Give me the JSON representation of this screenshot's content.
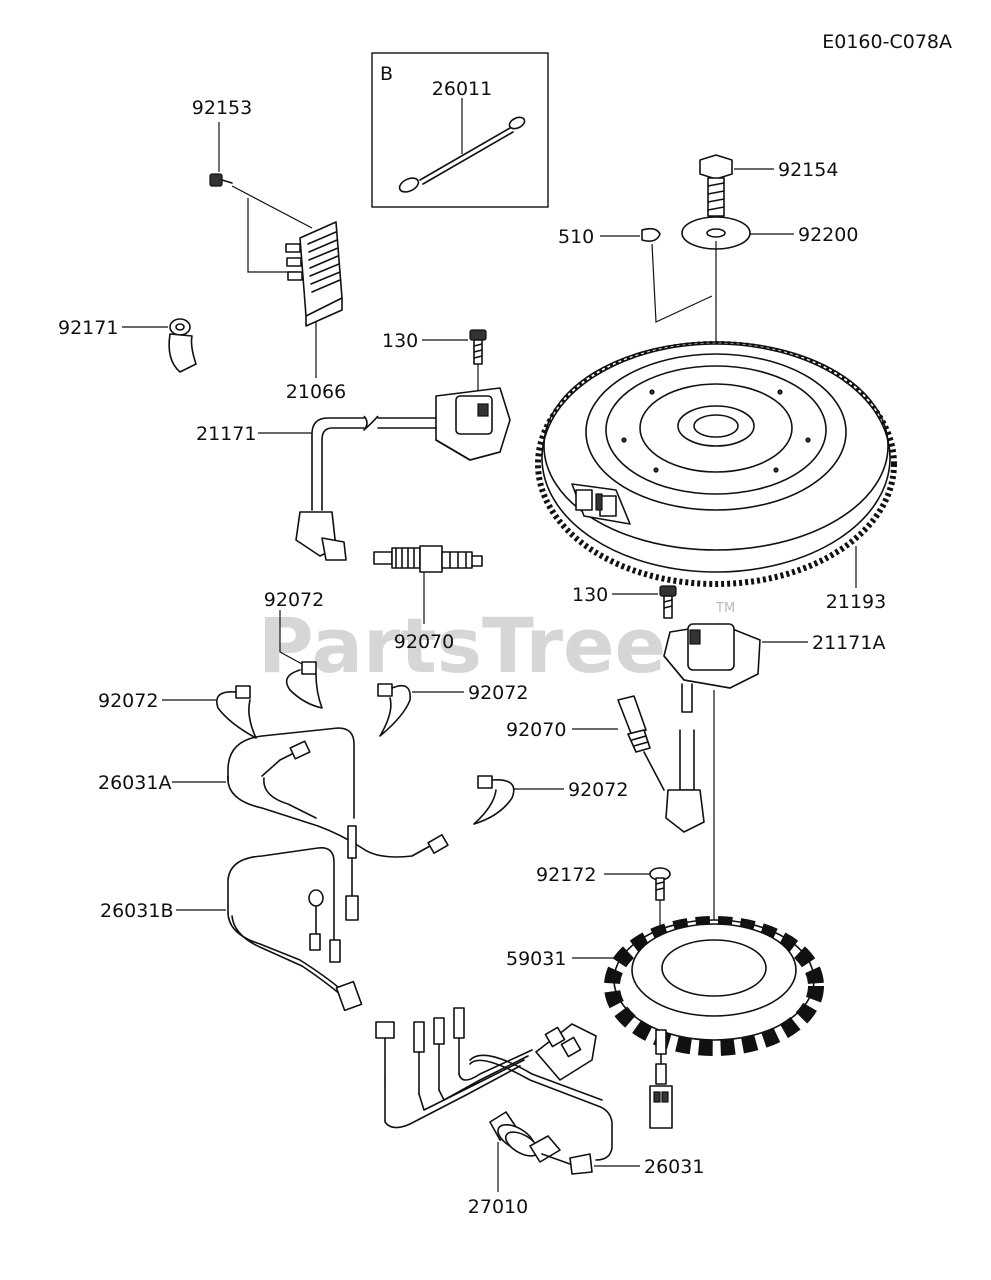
{
  "diagram_code": "E0160-C078A",
  "watermark": "PartsTree",
  "watermark_tm": "TM",
  "inset_label": "B",
  "labels": {
    "p26011": "26011",
    "p92153": "92153",
    "p92171": "92171",
    "p21066": "21066",
    "p130a": "130",
    "p21171": "21171",
    "p92070a": "92070",
    "p92154": "92154",
    "p510": "510",
    "p92200": "92200",
    "p21193": "21193",
    "p130b": "130",
    "p21171A": "21171A",
    "p92072a": "92072",
    "p92072b": "92072",
    "p92072c": "92072",
    "p92072d": "92072",
    "p92070b": "92070",
    "p26031A": "26031A",
    "p26031B": "26031B",
    "p92172": "92172",
    "p59031": "59031",
    "p26031": "26031",
    "p27010": "27010"
  }
}
